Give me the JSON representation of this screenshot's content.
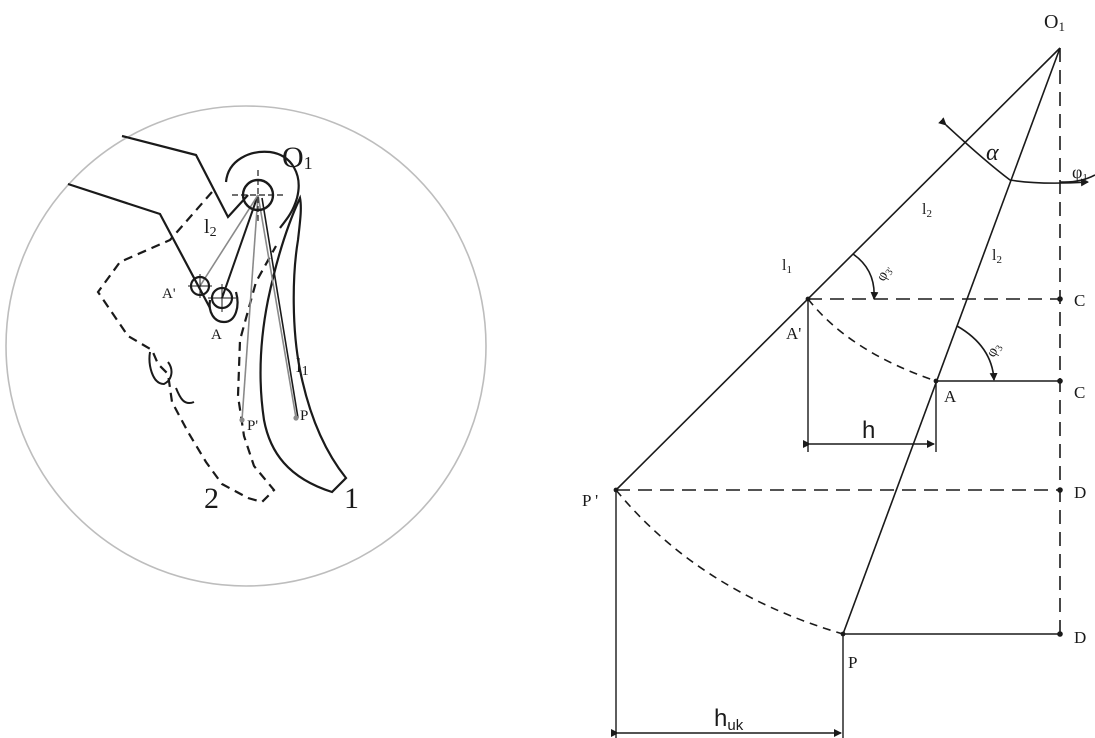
{
  "left_figure": {
    "pivot_label": "O",
    "pivot_sub": "1",
    "link_label": "l",
    "link_sub": "2",
    "arm_label": "l",
    "arm_sub": "1",
    "point_a": "A",
    "point_a_prime": "A'",
    "point_p": "P",
    "point_p_prime": "P'",
    "tooth_1": "1",
    "tooth_2": "2"
  },
  "right_figure": {
    "pivot_label": "O",
    "pivot_sub": "1",
    "alpha": "α",
    "phi1": "φ",
    "phi1_sub": "1",
    "phi3": "φ",
    "phi3_sub": "3",
    "phi3p": "φ",
    "phi3p_sub": "3'",
    "l1": "l",
    "l1_sub": "1",
    "l2_a": "l",
    "l2_a_sub": "2",
    "l2_b": "l",
    "l2_b_sub": "2",
    "point_a": "A",
    "point_a_prime": "A'",
    "point_c_top": "C",
    "point_c_bottom": "C",
    "point_d_top": "D",
    "point_d_bottom": "D",
    "point_p": "P",
    "point_p_prime": "P '",
    "h": "h",
    "huk": "h",
    "huk_sub": "uk"
  }
}
